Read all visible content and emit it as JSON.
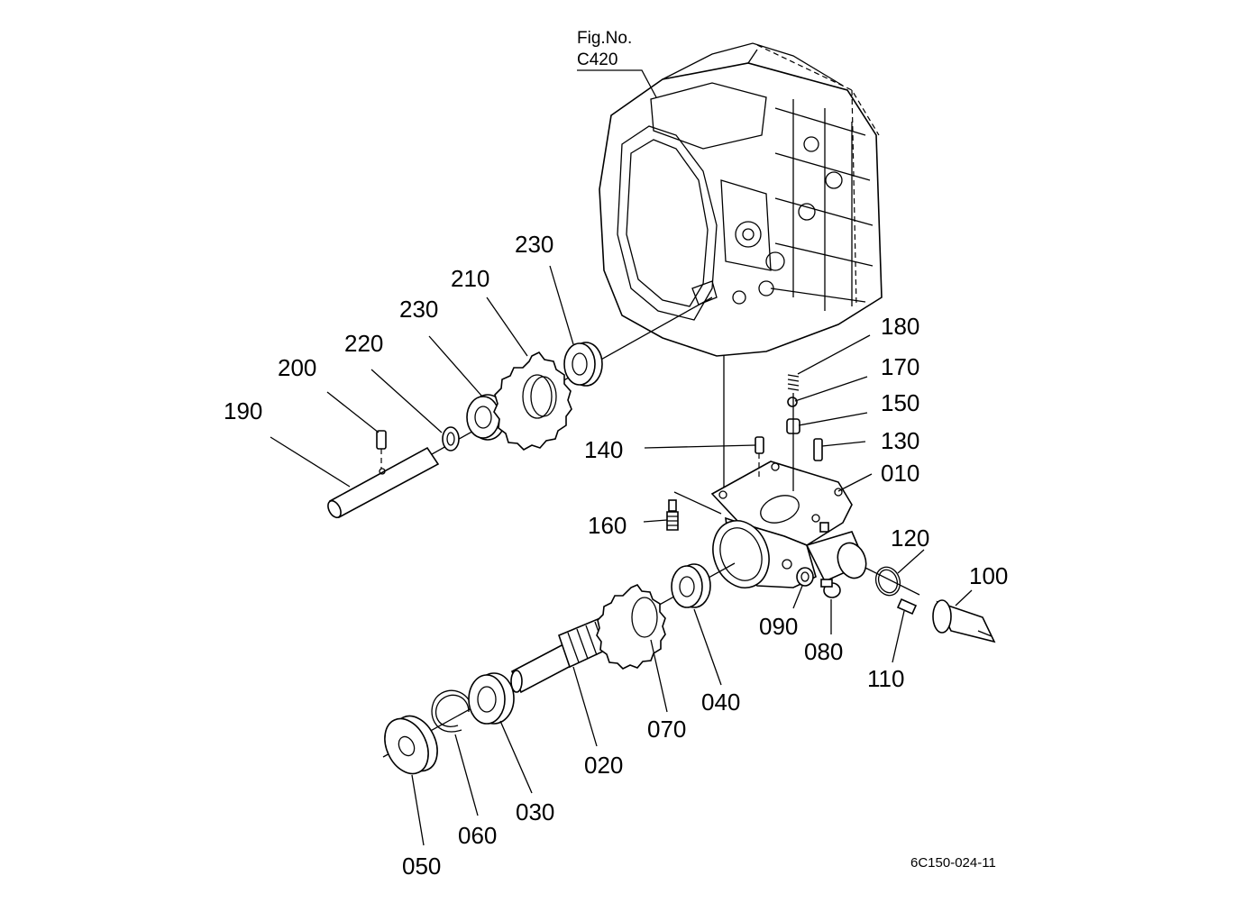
{
  "figure": {
    "ref_line1": "Fig.No.",
    "ref_line2": "C420",
    "drawing_code": "6C150-024-11"
  },
  "part_labels": [
    "010",
    "020",
    "030",
    "040",
    "050",
    "060",
    "070",
    "080",
    "090",
    "100",
    "110",
    "120",
    "130",
    "140",
    "150",
    "160",
    "170",
    "180",
    "190",
    "200",
    "210",
    "220",
    "230",
    "230"
  ]
}
